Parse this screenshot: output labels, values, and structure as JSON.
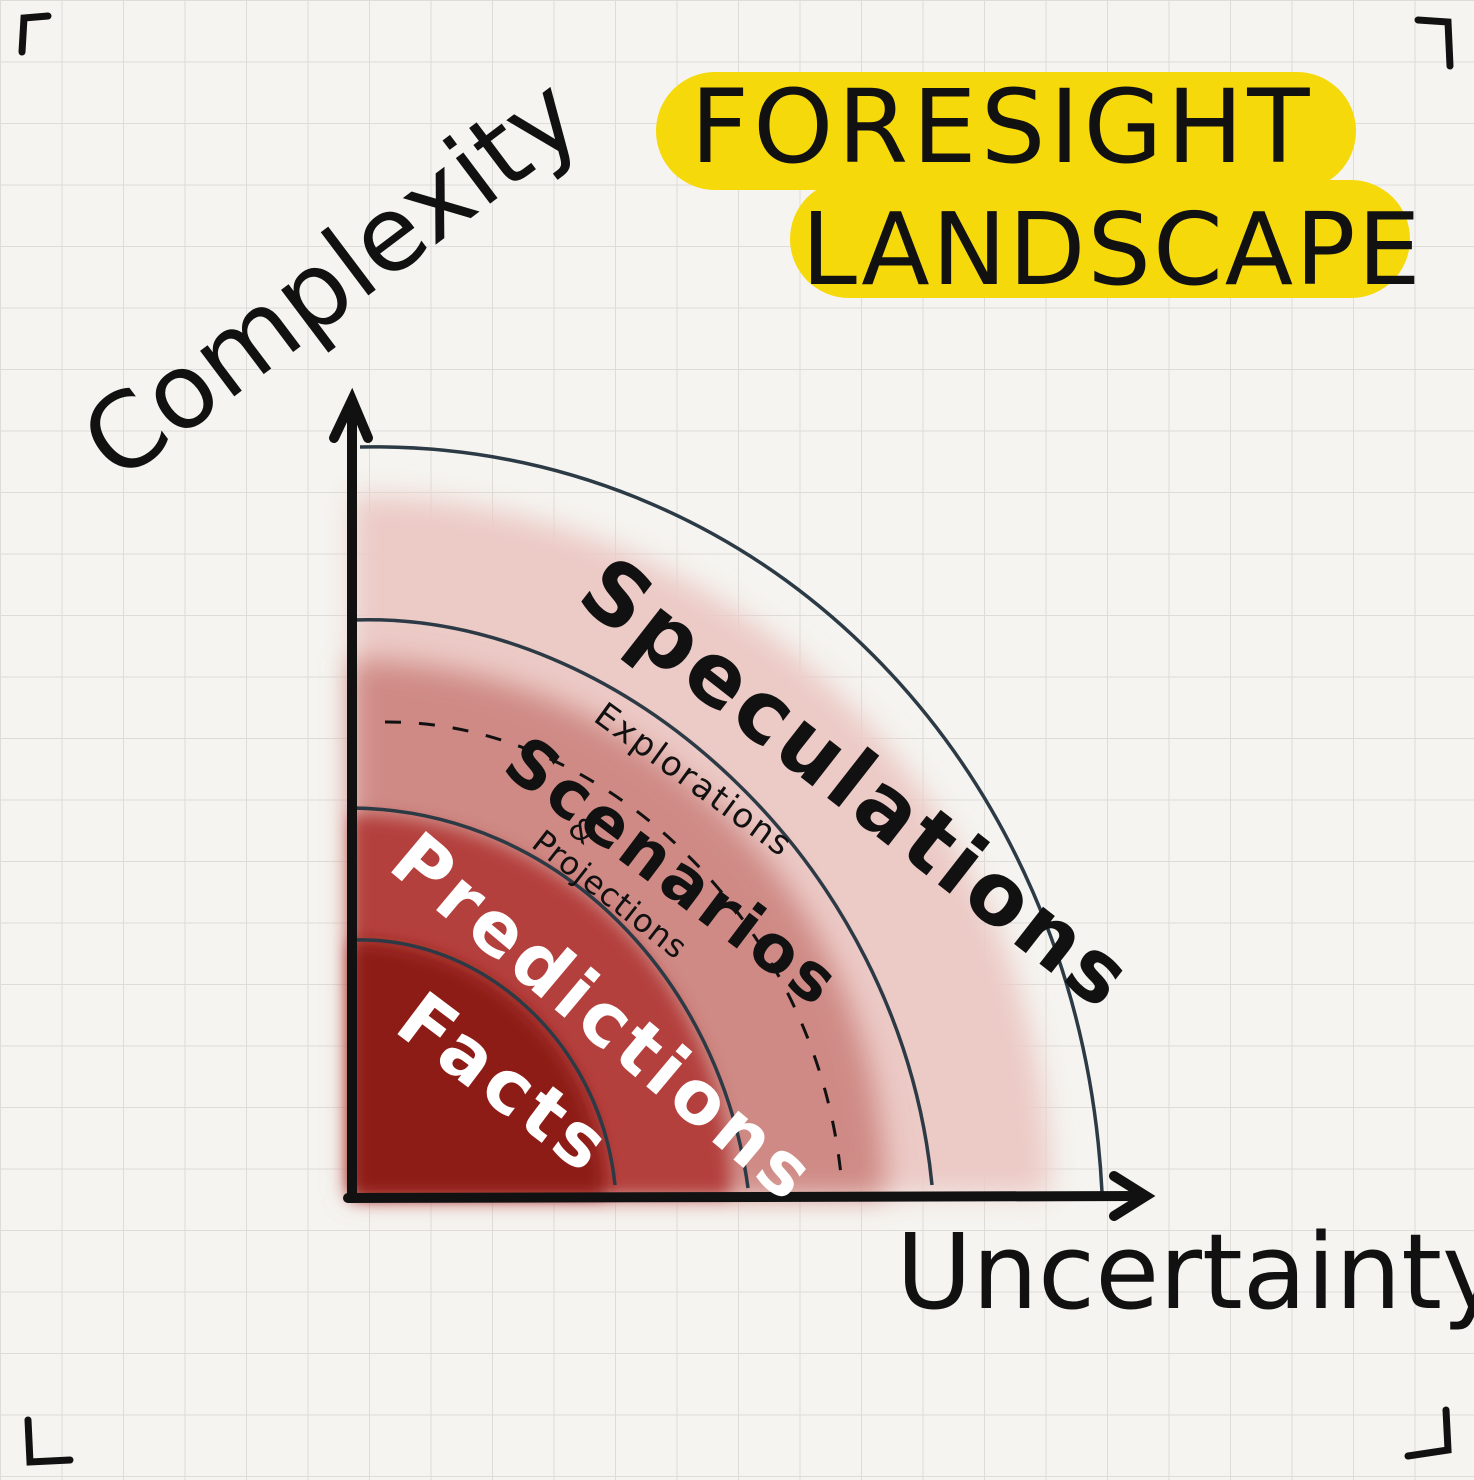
{
  "title": {
    "line1": "FORESIGHT",
    "line2": "LANDSCAPE"
  },
  "axes": {
    "y_label": "Complexity",
    "x_label": "Uncertainty"
  },
  "bands": [
    {
      "label": "Facts",
      "order": 1
    },
    {
      "label": "Predictions",
      "order": 2
    },
    {
      "label": "Scenarios",
      "order": 3
    },
    {
      "label": "Speculations",
      "order": 4
    }
  ],
  "annotations": {
    "explorations": "Explorations",
    "connector": "&",
    "projections": "Projections"
  },
  "colors": {
    "highlight": "#f6d90b",
    "ink": "#111111",
    "arc_line": "#2c3a45",
    "facts": "#8e1a18",
    "predictions": "#b4403c",
    "scenarios": "#cf8a85",
    "speculations": "#eccac6",
    "grid": "#dddcd8",
    "paper": "#f5f4f0"
  }
}
